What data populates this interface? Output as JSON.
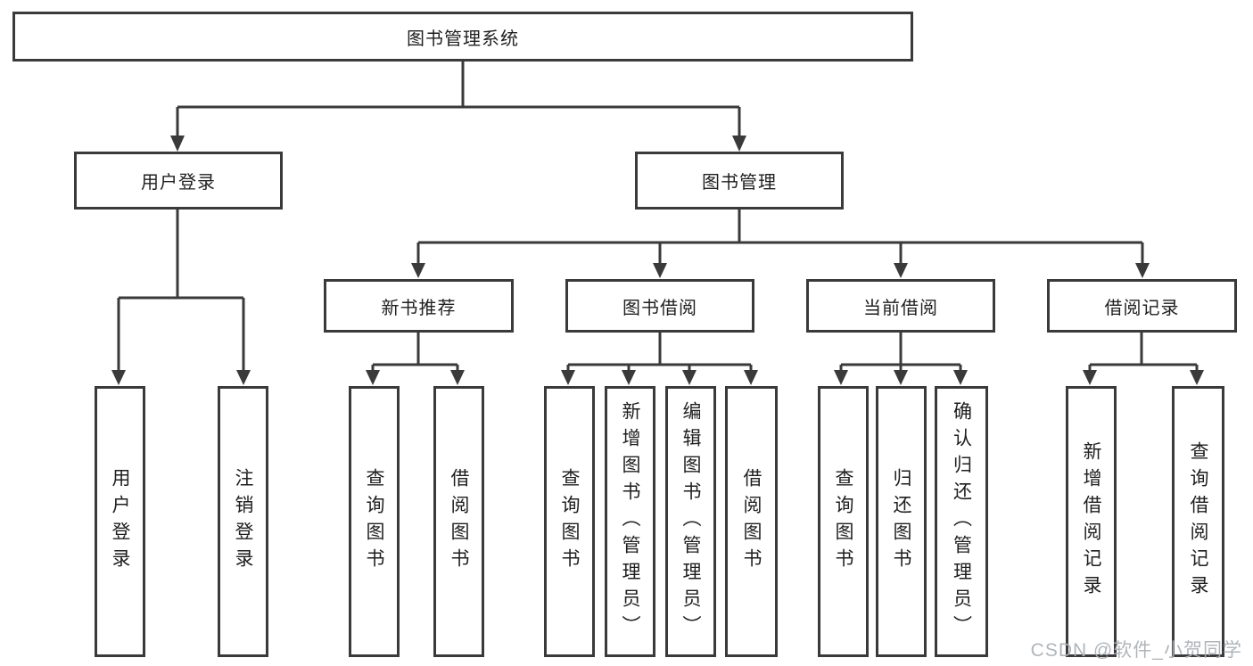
{
  "diagram": {
    "type": "hierarchy-tree",
    "tree": {
      "label": "图书管理系统",
      "children": [
        {
          "label": "用户登录",
          "children": [
            {
              "label": "用户登录"
            },
            {
              "label": "注销登录"
            }
          ]
        },
        {
          "label": "图书管理",
          "children": [
            {
              "label": "新书推荐",
              "children": [
                {
                  "label": "查询图书"
                },
                {
                  "label": "借阅图书"
                }
              ]
            },
            {
              "label": "图书借阅",
              "children": [
                {
                  "label": "查询图书"
                },
                {
                  "label": "新增图书（管理员）"
                },
                {
                  "label": "编辑图书（管理员）"
                },
                {
                  "label": "借阅图书"
                }
              ]
            },
            {
              "label": "当前借阅",
              "children": [
                {
                  "label": "查询图书"
                },
                {
                  "label": "归还图书"
                },
                {
                  "label": "确认归还（管理员）"
                }
              ]
            },
            {
              "label": "借阅记录",
              "children": [
                {
                  "label": "新增借阅记录"
                },
                {
                  "label": "查询借阅记录"
                }
              ]
            }
          ]
        }
      ]
    },
    "colors": {
      "line": "#3a3a3a",
      "border": "#3a3a3a",
      "text": "#1f1f1f",
      "watermark": "#acb1b6"
    },
    "watermark": "CSDN @软件_小贺同学"
  }
}
